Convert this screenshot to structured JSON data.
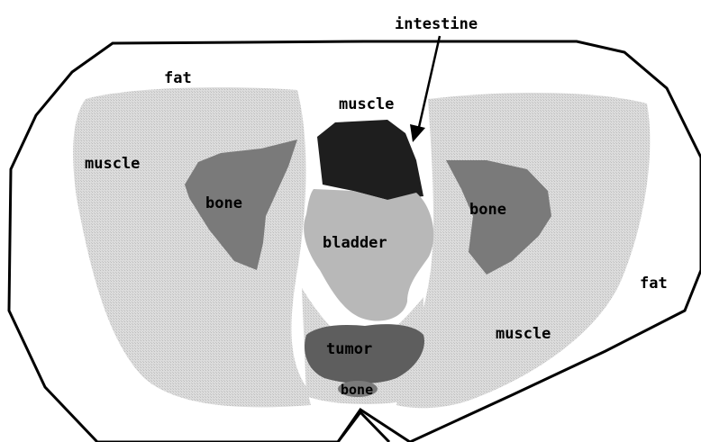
{
  "labels": {
    "intestine": "intestine",
    "fat_top": "fat",
    "fat_right": "fat",
    "muscle_left": "muscle",
    "muscle_top": "muscle",
    "muscle_right": "muscle",
    "bone_left": "bone",
    "bone_right": "bone",
    "bone_bottom": "bone",
    "bladder": "bladder",
    "tumor": "tumor"
  },
  "colors": {
    "fat": "#ffffff",
    "muscle": "#d9d9d9",
    "bone": "#7a7a7a",
    "intestine": "#1e1e1e",
    "bladder": "#b8b8b8",
    "tumor": "#5e5e5e",
    "outline": "#000000"
  }
}
